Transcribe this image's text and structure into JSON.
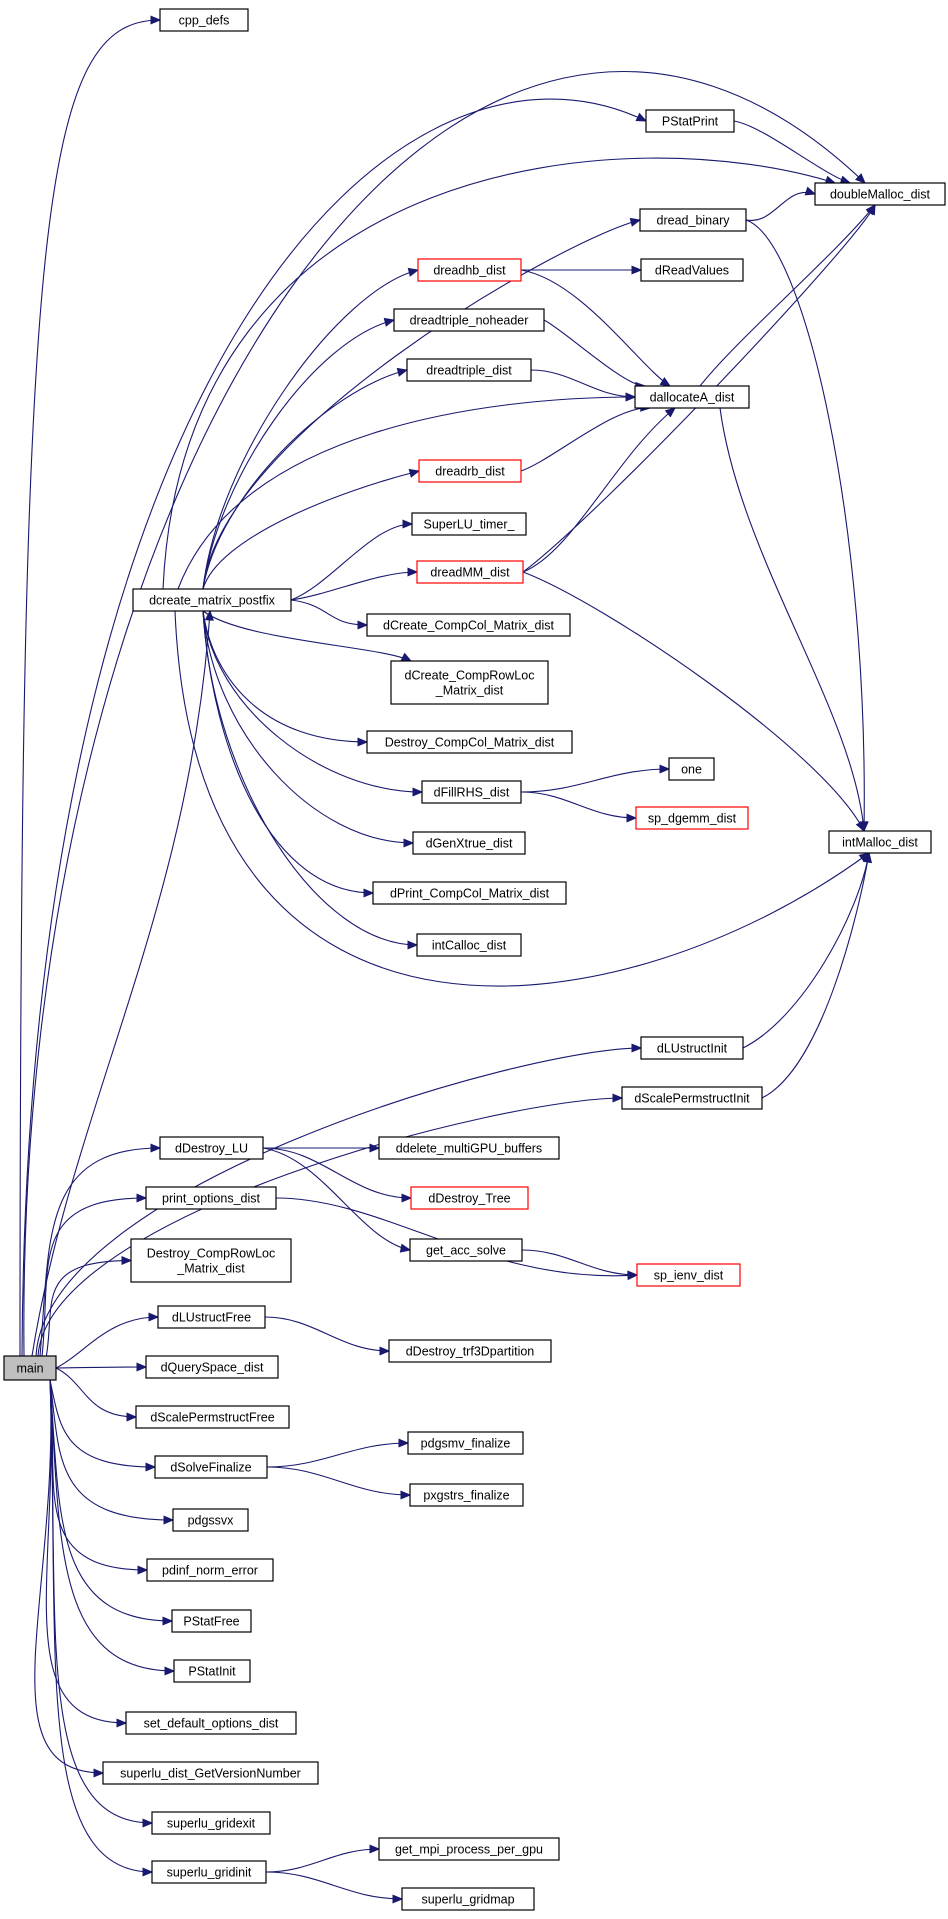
{
  "graph": {
    "nodes": [
      {
        "id": "main",
        "lines": [
          "main"
        ],
        "style": "root"
      },
      {
        "id": "cpp_defs",
        "lines": [
          "cpp_defs"
        ],
        "style": "normal"
      },
      {
        "id": "PStatPrint",
        "lines": [
          "PStatPrint"
        ],
        "style": "normal"
      },
      {
        "id": "doubleMalloc_dist",
        "lines": [
          "doubleMalloc_dist"
        ],
        "style": "normal"
      },
      {
        "id": "dread_binary",
        "lines": [
          "dread_binary"
        ],
        "style": "normal"
      },
      {
        "id": "dreadhb_dist",
        "lines": [
          "dreadhb_dist"
        ],
        "style": "red"
      },
      {
        "id": "dReadValues",
        "lines": [
          "dReadValues"
        ],
        "style": "normal"
      },
      {
        "id": "dreadtriple_noheader",
        "lines": [
          "dreadtriple_noheader"
        ],
        "style": "normal"
      },
      {
        "id": "dreadtriple_dist",
        "lines": [
          "dreadtriple_dist"
        ],
        "style": "normal"
      },
      {
        "id": "dallocateA_dist",
        "lines": [
          "dallocateA_dist"
        ],
        "style": "normal"
      },
      {
        "id": "dreadrb_dist",
        "lines": [
          "dreadrb_dist"
        ],
        "style": "red"
      },
      {
        "id": "SuperLU_timer_",
        "lines": [
          "SuperLU_timer_"
        ],
        "style": "normal"
      },
      {
        "id": "dreadMM_dist",
        "lines": [
          "dreadMM_dist"
        ],
        "style": "red"
      },
      {
        "id": "dcreate_matrix_postfix",
        "lines": [
          "dcreate_matrix_postfix"
        ],
        "style": "normal"
      },
      {
        "id": "dCreate_CompCol_Matrix_dist",
        "lines": [
          "dCreate_CompCol_Matrix_dist"
        ],
        "style": "normal"
      },
      {
        "id": "dCreate_CompRowLoc_Matrix_dist",
        "lines": [
          "dCreate_CompRowLoc",
          "_Matrix_dist"
        ],
        "style": "normal"
      },
      {
        "id": "Destroy_CompCol_Matrix_dist",
        "lines": [
          "Destroy_CompCol_Matrix_dist"
        ],
        "style": "normal"
      },
      {
        "id": "one",
        "lines": [
          "one"
        ],
        "style": "normal"
      },
      {
        "id": "dFillRHS_dist",
        "lines": [
          "dFillRHS_dist"
        ],
        "style": "normal"
      },
      {
        "id": "sp_dgemm_dist",
        "lines": [
          "sp_dgemm_dist"
        ],
        "style": "red"
      },
      {
        "id": "intMalloc_dist",
        "lines": [
          "intMalloc_dist"
        ],
        "style": "normal"
      },
      {
        "id": "dGenXtrue_dist",
        "lines": [
          "dGenXtrue_dist"
        ],
        "style": "normal"
      },
      {
        "id": "dPrint_CompCol_Matrix_dist",
        "lines": [
          "dPrint_CompCol_Matrix_dist"
        ],
        "style": "normal"
      },
      {
        "id": "intCalloc_dist",
        "lines": [
          "intCalloc_dist"
        ],
        "style": "normal"
      },
      {
        "id": "dLUstructInit",
        "lines": [
          "dLUstructInit"
        ],
        "style": "normal"
      },
      {
        "id": "dScalePermstructInit",
        "lines": [
          "dScalePermstructInit"
        ],
        "style": "normal"
      },
      {
        "id": "dDestroy_LU",
        "lines": [
          "dDestroy_LU"
        ],
        "style": "normal"
      },
      {
        "id": "ddelete_multiGPU_buffers",
        "lines": [
          "ddelete_multiGPU_buffers"
        ],
        "style": "normal"
      },
      {
        "id": "dDestroy_Tree",
        "lines": [
          "dDestroy_Tree"
        ],
        "style": "red"
      },
      {
        "id": "print_options_dist",
        "lines": [
          "print_options_dist"
        ],
        "style": "normal"
      },
      {
        "id": "get_acc_solve",
        "lines": [
          "get_acc_solve"
        ],
        "style": "normal"
      },
      {
        "id": "sp_ienv_dist",
        "lines": [
          "sp_ienv_dist"
        ],
        "style": "red"
      },
      {
        "id": "Destroy_CompRowLoc_Matrix_dist",
        "lines": [
          "Destroy_CompRowLoc",
          "_Matrix_dist"
        ],
        "style": "normal"
      },
      {
        "id": "dLUstructFree",
        "lines": [
          "dLUstructFree"
        ],
        "style": "normal"
      },
      {
        "id": "dDestroy_trf3Dpartition",
        "lines": [
          "dDestroy_trf3Dpartition"
        ],
        "style": "normal"
      },
      {
        "id": "dQuerySpace_dist",
        "lines": [
          "dQuerySpace_dist"
        ],
        "style": "normal"
      },
      {
        "id": "dScalePermstructFree",
        "lines": [
          "dScalePermstructFree"
        ],
        "style": "normal"
      },
      {
        "id": "dSolveFinalize",
        "lines": [
          "dSolveFinalize"
        ],
        "style": "normal"
      },
      {
        "id": "pdgsmv_finalize",
        "lines": [
          "pdgsmv_finalize"
        ],
        "style": "normal"
      },
      {
        "id": "pxgstrs_finalize",
        "lines": [
          "pxgstrs_finalize"
        ],
        "style": "normal"
      },
      {
        "id": "pdgssvx",
        "lines": [
          "pdgssvx"
        ],
        "style": "normal"
      },
      {
        "id": "pdinf_norm_error",
        "lines": [
          "pdinf_norm_error"
        ],
        "style": "normal"
      },
      {
        "id": "PStatFree",
        "lines": [
          "PStatFree"
        ],
        "style": "normal"
      },
      {
        "id": "PStatInit",
        "lines": [
          "PStatInit"
        ],
        "style": "normal"
      },
      {
        "id": "set_default_options_dist",
        "lines": [
          "set_default_options_dist"
        ],
        "style": "normal"
      },
      {
        "id": "superlu_dist_GetVersionNumber",
        "lines": [
          "superlu_dist_GetVersionNumber"
        ],
        "style": "normal"
      },
      {
        "id": "superlu_gridexit",
        "lines": [
          "superlu_gridexit"
        ],
        "style": "normal"
      },
      {
        "id": "superlu_gridinit",
        "lines": [
          "superlu_gridinit"
        ],
        "style": "normal"
      },
      {
        "id": "get_mpi_process_per_gpu",
        "lines": [
          "get_mpi_process_per_gpu"
        ],
        "style": "normal"
      },
      {
        "id": "superlu_gridmap",
        "lines": [
          "superlu_gridmap"
        ],
        "style": "normal"
      }
    ],
    "edges": [
      [
        "main",
        "cpp_defs"
      ],
      [
        "main",
        "PStatPrint"
      ],
      [
        "main",
        "doubleMalloc_dist"
      ],
      [
        "main",
        "dcreate_matrix_postfix"
      ],
      [
        "main",
        "dLUstructInit"
      ],
      [
        "main",
        "dScalePermstructInit"
      ],
      [
        "main",
        "dDestroy_LU"
      ],
      [
        "main",
        "print_options_dist"
      ],
      [
        "main",
        "Destroy_CompRowLoc_Matrix_dist"
      ],
      [
        "main",
        "dLUstructFree"
      ],
      [
        "main",
        "dQuerySpace_dist"
      ],
      [
        "main",
        "dScalePermstructFree"
      ],
      [
        "main",
        "dSolveFinalize"
      ],
      [
        "main",
        "pdgssvx"
      ],
      [
        "main",
        "pdinf_norm_error"
      ],
      [
        "main",
        "PStatFree"
      ],
      [
        "main",
        "PStatInit"
      ],
      [
        "main",
        "set_default_options_dist"
      ],
      [
        "main",
        "superlu_dist_GetVersionNumber"
      ],
      [
        "main",
        "superlu_gridexit"
      ],
      [
        "main",
        "superlu_gridinit"
      ],
      [
        "PStatPrint",
        "doubleMalloc_dist"
      ],
      [
        "dread_binary",
        "doubleMalloc_dist"
      ],
      [
        "dread_binary",
        "intMalloc_dist"
      ],
      [
        "dreadhb_dist",
        "dReadValues"
      ],
      [
        "dreadhb_dist",
        "dallocateA_dist"
      ],
      [
        "dreadtriple_noheader",
        "dallocateA_dist"
      ],
      [
        "dreadtriple_dist",
        "dallocateA_dist"
      ],
      [
        "dreadrb_dist",
        "dallocateA_dist"
      ],
      [
        "dreadMM_dist",
        "dallocateA_dist"
      ],
      [
        "dreadMM_dist",
        "doubleMalloc_dist"
      ],
      [
        "dreadMM_dist",
        "intMalloc_dist"
      ],
      [
        "dallocateA_dist",
        "doubleMalloc_dist"
      ],
      [
        "dallocateA_dist",
        "intMalloc_dist"
      ],
      [
        "dcreate_matrix_postfix",
        "doubleMalloc_dist"
      ],
      [
        "dcreate_matrix_postfix",
        "dread_binary"
      ],
      [
        "dcreate_matrix_postfix",
        "dreadhb_dist"
      ],
      [
        "dcreate_matrix_postfix",
        "dreadtriple_noheader"
      ],
      [
        "dcreate_matrix_postfix",
        "dreadtriple_dist"
      ],
      [
        "dcreate_matrix_postfix",
        "dallocateA_dist"
      ],
      [
        "dcreate_matrix_postfix",
        "dreadrb_dist"
      ],
      [
        "dcreate_matrix_postfix",
        "SuperLU_timer_"
      ],
      [
        "dcreate_matrix_postfix",
        "dreadMM_dist"
      ],
      [
        "dcreate_matrix_postfix",
        "dCreate_CompCol_Matrix_dist"
      ],
      [
        "dcreate_matrix_postfix",
        "dCreate_CompRowLoc_Matrix_dist"
      ],
      [
        "dcreate_matrix_postfix",
        "Destroy_CompCol_Matrix_dist"
      ],
      [
        "dcreate_matrix_postfix",
        "dFillRHS_dist"
      ],
      [
        "dcreate_matrix_postfix",
        "dGenXtrue_dist"
      ],
      [
        "dcreate_matrix_postfix",
        "dPrint_CompCol_Matrix_dist"
      ],
      [
        "dcreate_matrix_postfix",
        "intCalloc_dist"
      ],
      [
        "dcreate_matrix_postfix",
        "intMalloc_dist"
      ],
      [
        "dFillRHS_dist",
        "one"
      ],
      [
        "dFillRHS_dist",
        "sp_dgemm_dist"
      ],
      [
        "dLUstructInit",
        "intMalloc_dist"
      ],
      [
        "dScalePermstructInit",
        "intMalloc_dist"
      ],
      [
        "dDestroy_LU",
        "ddelete_multiGPU_buffers"
      ],
      [
        "dDestroy_LU",
        "dDestroy_Tree"
      ],
      [
        "dDestroy_LU",
        "get_acc_solve"
      ],
      [
        "print_options_dist",
        "sp_ienv_dist"
      ],
      [
        "get_acc_solve",
        "sp_ienv_dist"
      ],
      [
        "dLUstructFree",
        "dDestroy_trf3Dpartition"
      ],
      [
        "dSolveFinalize",
        "pdgsmv_finalize"
      ],
      [
        "dSolveFinalize",
        "pxgstrs_finalize"
      ],
      [
        "superlu_gridinit",
        "get_mpi_process_per_gpu"
      ],
      [
        "superlu_gridinit",
        "superlu_gridmap"
      ]
    ]
  },
  "colors": {
    "edge": "#191970",
    "node_border": "#000000",
    "highlight_border": "#ff0000",
    "root_fill": "#bfbfbf",
    "node_fill": "#ffffff"
  }
}
